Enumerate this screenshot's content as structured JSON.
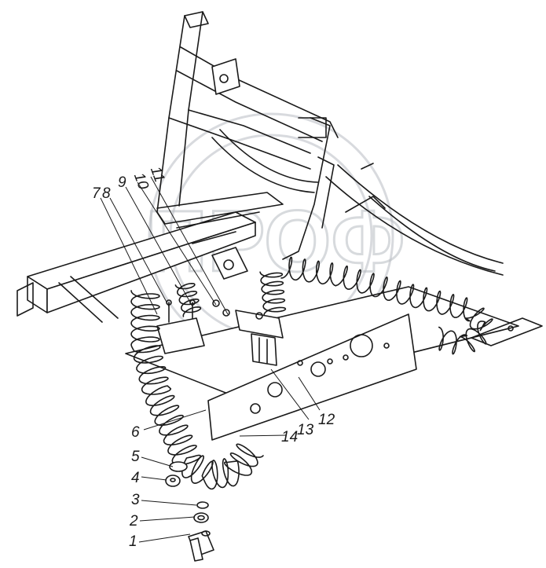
{
  "watermark": {
    "text": "ПРОФ",
    "color": "#b8bcc2"
  },
  "callouts": [
    {
      "id": "1",
      "label": "1"
    },
    {
      "id": "2",
      "label": "2"
    },
    {
      "id": "3",
      "label": "3"
    },
    {
      "id": "4",
      "label": "4"
    },
    {
      "id": "5",
      "label": "5"
    },
    {
      "id": "6",
      "label": "6"
    },
    {
      "id": "7",
      "label": "7"
    },
    {
      "id": "8",
      "label": "8"
    },
    {
      "id": "9",
      "label": "9"
    },
    {
      "id": "10",
      "label": "10"
    },
    {
      "id": "11",
      "label": "11"
    },
    {
      "id": "12",
      "label": "12"
    },
    {
      "id": "13",
      "label": "13"
    },
    {
      "id": "14",
      "label": "14"
    }
  ],
  "colors": {
    "line": "#1a1a1a",
    "background": "#ffffff"
  }
}
